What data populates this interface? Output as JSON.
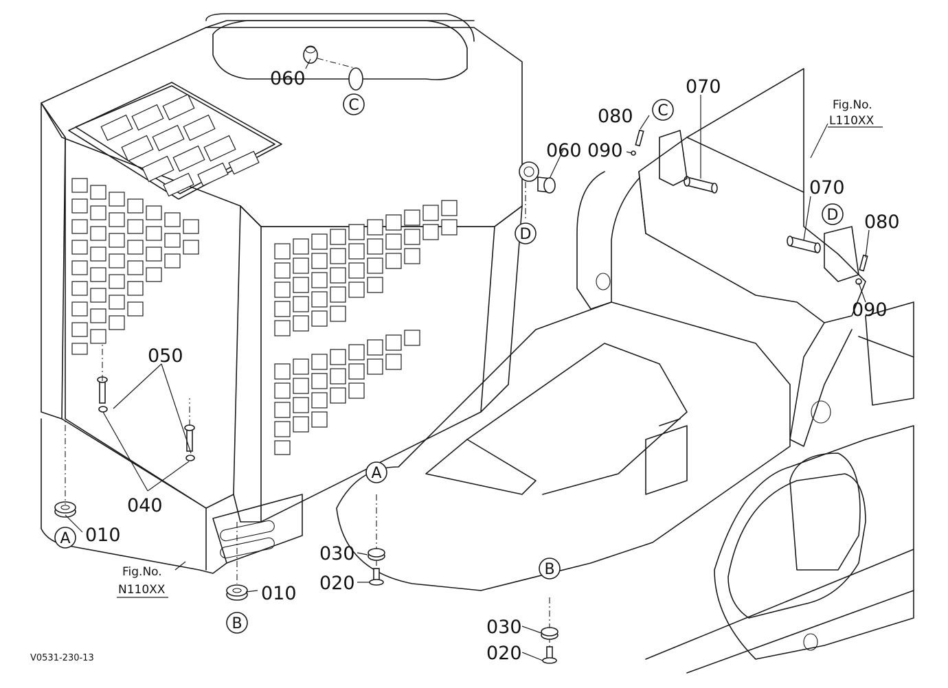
{
  "drawing_code": "V0531-230-13",
  "figure_refs": [
    {
      "line1": "Fig.No.",
      "line2": "N110XX"
    },
    {
      "line1": "Fig.No.",
      "line2": "L110XX"
    }
  ],
  "reference_circles": [
    "A",
    "B",
    "C",
    "D"
  ],
  "callouts": {
    "c010a": "010",
    "c010b": "010",
    "c020a": "020",
    "c020b": "020",
    "c030a": "030",
    "c030b": "030",
    "c040": "040",
    "c050": "050",
    "c060a": "060",
    "c060b": "060",
    "c070a": "070",
    "c070b": "070",
    "c080a": "080",
    "c080b": "080",
    "c090a": "090",
    "c090b": "090"
  },
  "circles": {
    "A1": "A",
    "B1": "B",
    "C1": "C",
    "D1": "D",
    "A2": "A",
    "B2": "B",
    "C2": "C",
    "D2": "D"
  }
}
